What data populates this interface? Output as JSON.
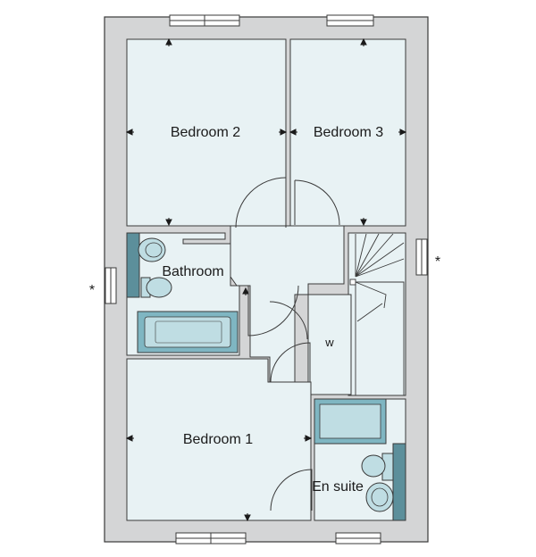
{
  "rooms": {
    "bedroom2": "Bedroom 2",
    "bedroom3": "Bedroom 3",
    "bathroom": "Bathroom",
    "bedroom1": "Bedroom 1",
    "ensuite": "En suite"
  },
  "labels": {
    "wardrobe": "w",
    "marker_right": "*",
    "marker_left": "*"
  },
  "colors": {
    "wall": "#d4d5d6",
    "floor": "#e8f2f4",
    "fixture_teal": "#7fb6c2",
    "fixture_dark": "#5c8f9b",
    "line": "#3a3a3a"
  }
}
